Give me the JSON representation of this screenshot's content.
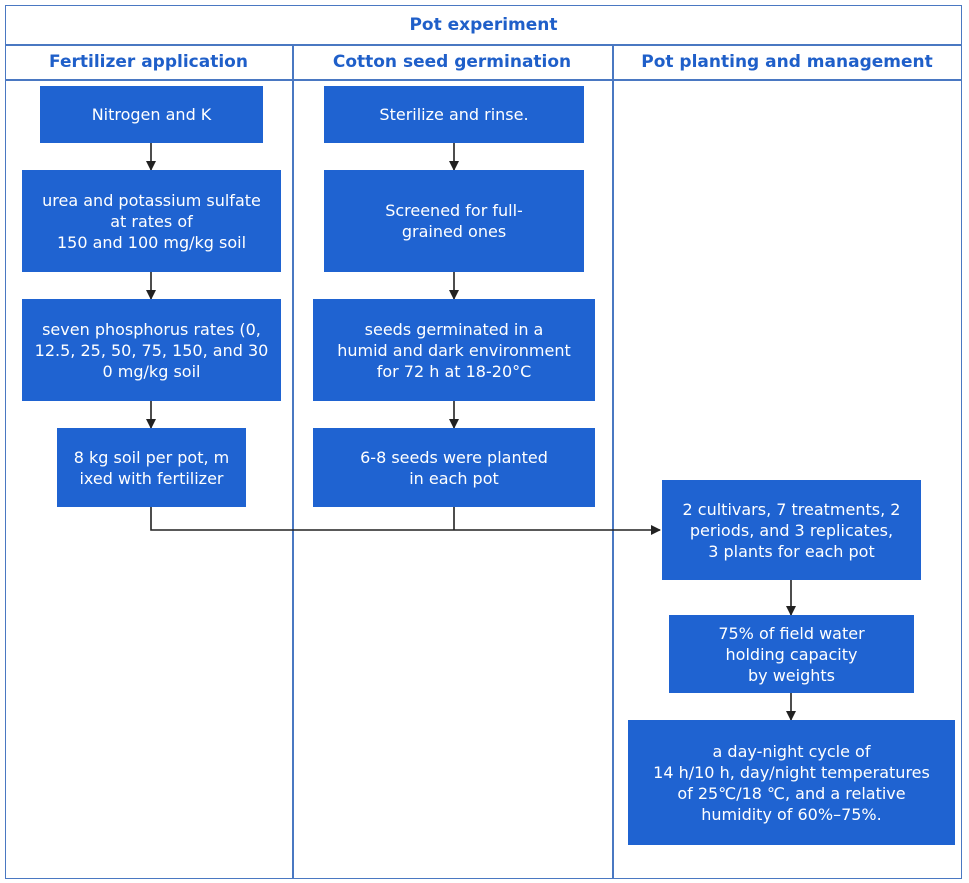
{
  "title": "Pot experiment",
  "lanes": [
    {
      "header": "Fertilizer application",
      "steps": [
        "Nitrogen and K",
        "urea and potassium sulfate\nat rates of\n150 and 100 mg/kg soil",
        "seven phosphorus rates (0,\n12.5, 25, 50, 75, 150, and 30\n0 mg/kg soil",
        "8 kg soil per pot, m\nixed with fertilizer"
      ]
    },
    {
      "header": "Cotton seed germination",
      "steps": [
        "Sterilize and rinse.",
        "Screened for full-\ngrained ones",
        "seeds germinated in a\nhumid and dark environment\nfor 72 h at 18-20°C",
        "6-8 seeds were planted\nin each pot"
      ]
    },
    {
      "header": "Pot planting and management",
      "steps": [
        "2 cultivars, 7 treatments, 2\nperiods, and 3 replicates,\n3 plants for each pot",
        "75% of field water\nholding capacity\nby weights",
        "a day-night cycle of\n14 h/10 h, day/night temperatures\nof 25℃/18 ℃, and a relative\nhumidity of 60%–75%."
      ]
    }
  ]
}
